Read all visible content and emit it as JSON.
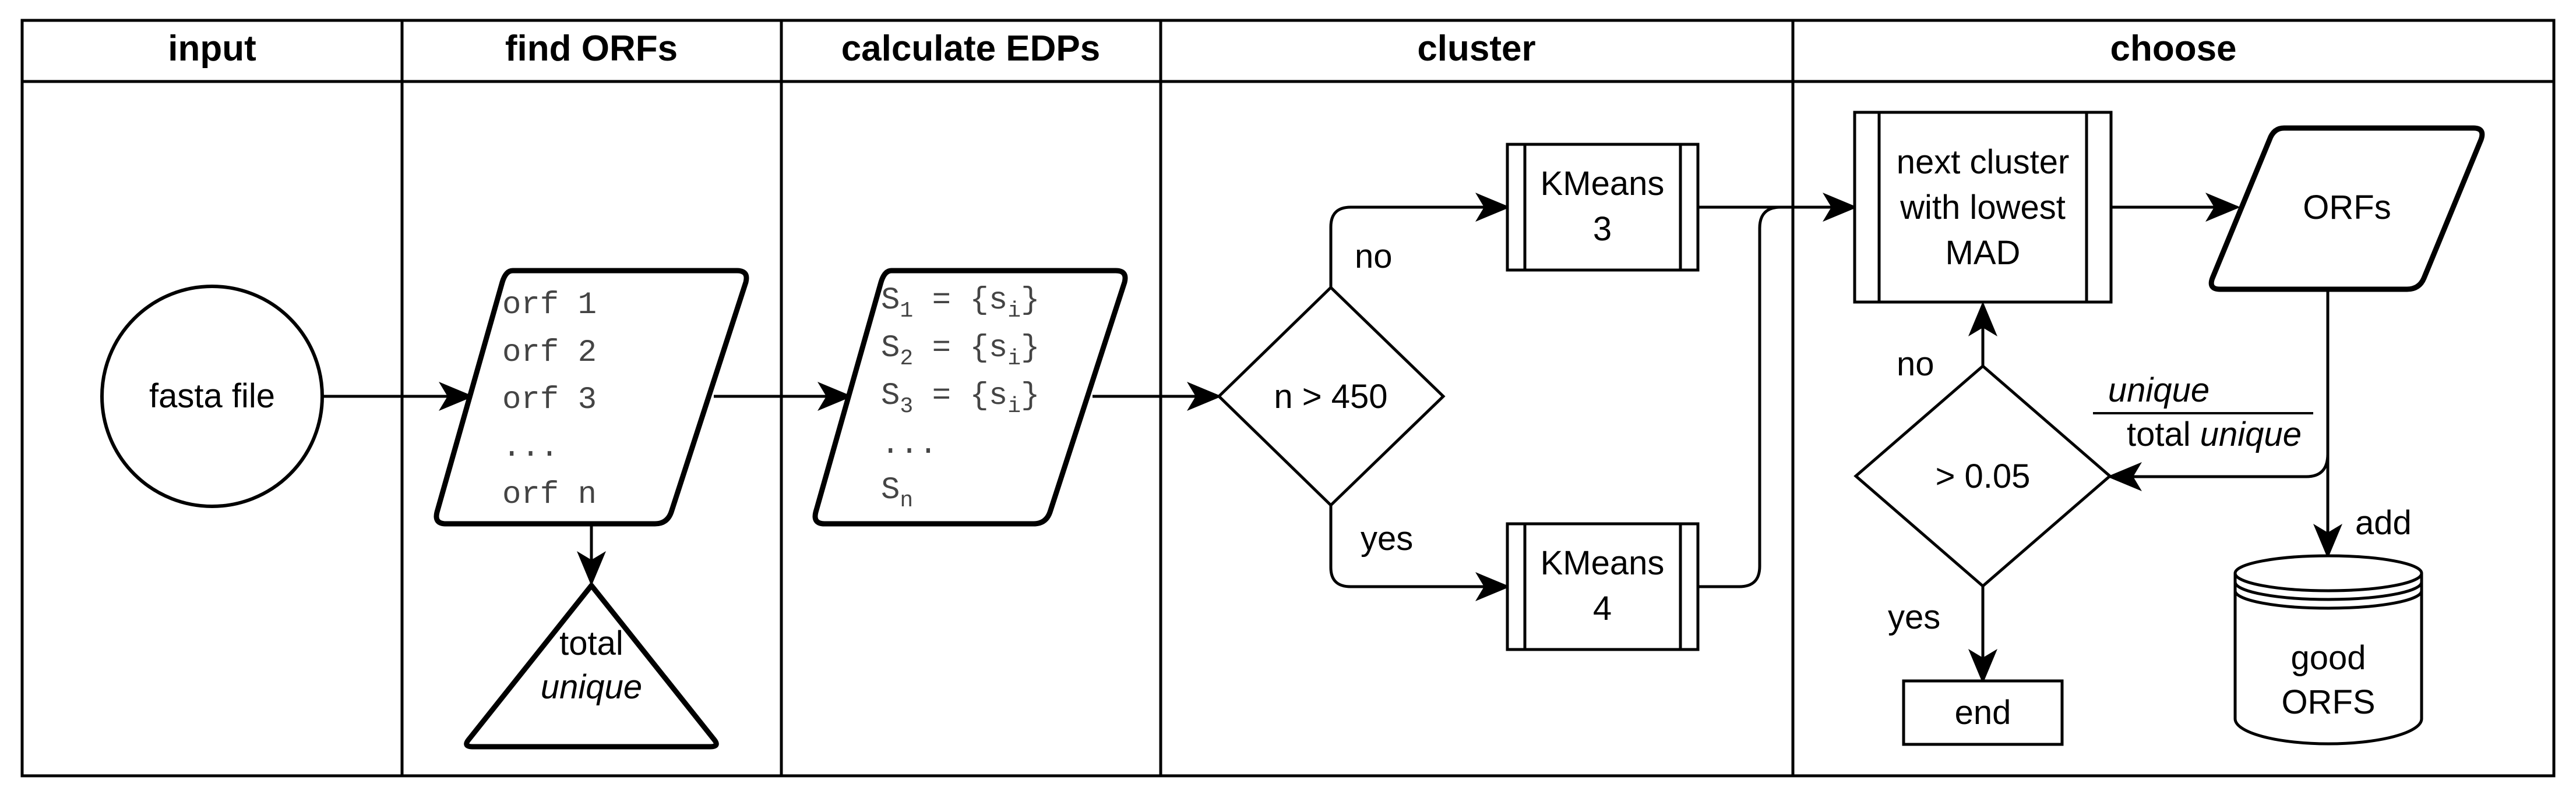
{
  "lanes": [
    {
      "label": "input"
    },
    {
      "label": "find ORFs"
    },
    {
      "label": "calculate EDPs"
    },
    {
      "label": "cluster"
    },
    {
      "label": "choose"
    }
  ],
  "input_node": {
    "label": "fasta file"
  },
  "orf_list": {
    "items": [
      "orf 1",
      "orf 2",
      "orf 3",
      "...",
      "orf n"
    ]
  },
  "total_unique": {
    "line1": "total",
    "line2": "unique"
  },
  "edp_list": {
    "rows": [
      {
        "var": "S",
        "idx": "1",
        "eq": " = {s",
        "set_idx": "i",
        "close": "}"
      },
      {
        "var": "S",
        "idx": "2",
        "eq": " = {s",
        "set_idx": "i",
        "close": "}"
      },
      {
        "var": "S",
        "idx": "3",
        "eq": " = {s",
        "set_idx": "i",
        "close": "}"
      }
    ],
    "ellipsis": "...",
    "last_var": "S",
    "last_idx": "n"
  },
  "decision_n": {
    "label": "n > 450",
    "no_label": "no",
    "yes_label": "yes"
  },
  "kmeans3": {
    "line1": "KMeans",
    "line2": "3"
  },
  "kmeans4": {
    "line1": "KMeans",
    "line2": "4"
  },
  "next_cluster": {
    "line1": "next cluster",
    "line2": "with lowest",
    "line3": "MAD"
  },
  "orfs_node": {
    "label": "ORFs"
  },
  "ratio": {
    "numerator": "unique",
    "denominator_text": "total ",
    "denominator_italic": "unique"
  },
  "decision_threshold": {
    "label": "> 0.05",
    "no_label": "no",
    "yes_label": "yes"
  },
  "add_label": "add",
  "end_node": {
    "label": "end"
  },
  "good_orfs": {
    "line1": "good",
    "line2": "ORFS"
  }
}
